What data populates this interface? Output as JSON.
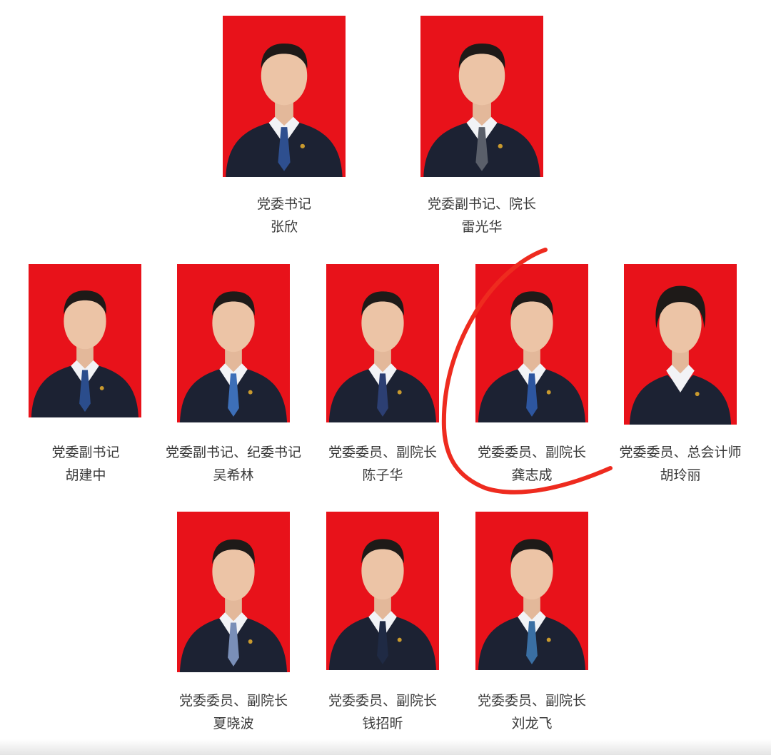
{
  "colors": {
    "photo_background": "#e8121a",
    "annotation_stroke": "#ee2b1f"
  },
  "members": [
    {
      "title": "党委书记",
      "name": "张欣",
      "tie": "#2e4f8f"
    },
    {
      "title": "党委副书记、院长",
      "name": "雷光华",
      "tie": "#5a5f6a"
    },
    {
      "title": "党委副书记",
      "name": "胡建中",
      "tie": "#2b4d8c"
    },
    {
      "title": "党委副书记、纪委书记",
      "name": "吴希林",
      "tie": "#3d6fb8"
    },
    {
      "title": "党委委员、副院长",
      "name": "陈子华",
      "tie": "#2c3f73"
    },
    {
      "title": "党委委员、副院长",
      "name": "龚志成",
      "tie": "#2d56a0"
    },
    {
      "title": "党委委员、总会计师",
      "name": "胡玲丽",
      "tie": "none"
    },
    {
      "title": "党委委员、副院长",
      "name": "夏晓波",
      "tie": "#7a8fb8"
    },
    {
      "title": "党委委员、副院长",
      "name": "钱招昕",
      "tie": "#1f2a44"
    },
    {
      "title": "党委委员、副院长",
      "name": "刘龙飞",
      "tie": "#3a6fa3"
    }
  ],
  "annotation": {
    "type": "hand-drawn-circle-mark",
    "highlighted_member": "龚志成"
  }
}
